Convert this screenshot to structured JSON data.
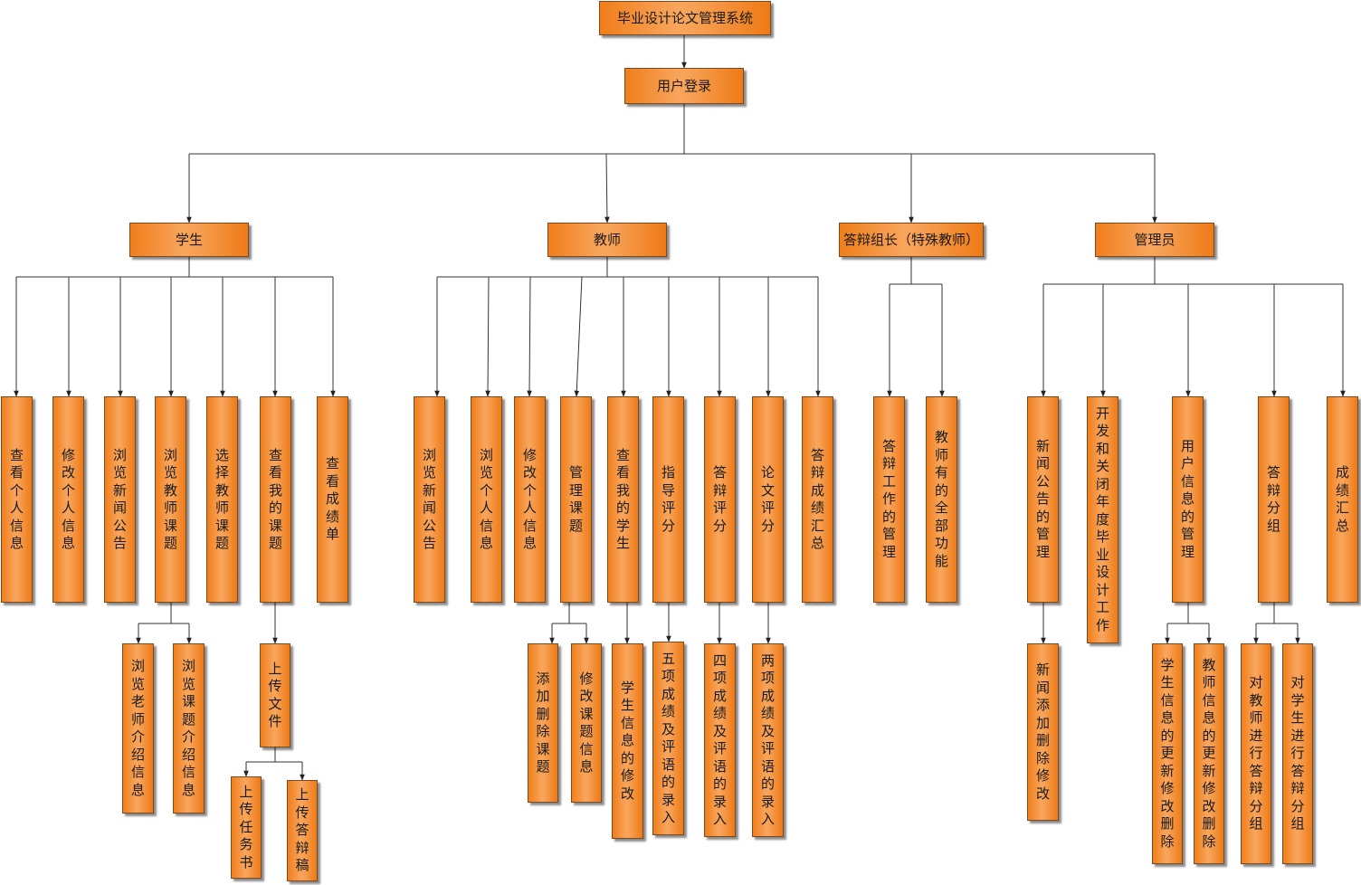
{
  "nodes": {
    "root": "毕业设计论文管理系统",
    "login": "用户登录",
    "student": "学生",
    "teacher": "教师",
    "defense_leader": "答辩组长（特殊教师）",
    "admin": "管理员",
    "s1": "查看个人信息",
    "s2": "修改个人信息",
    "s3": "浏览新闻公告",
    "s4": "浏览教师课题",
    "s5": "选择教师课题",
    "s6": "查看我的课题",
    "s7": "查看成绩单",
    "s4a": "浏览老师介绍信息",
    "s4b": "浏览课题介绍信息",
    "s6a": "上传文件",
    "s6a1": "上传任务书",
    "s6a2": "上传答辩稿",
    "t1": "浏览新闻公告",
    "t2": "浏览个人信息",
    "t3": "修改个人信息",
    "t4": "管理课题",
    "t5": "查看我的学生",
    "t6": "指导评分",
    "t7": "答辩评分",
    "t8": "论文评分",
    "t9": "答辩成绩汇总",
    "t4a": "添加删除课题",
    "t4b": "修改课题信息",
    "t5a": "学生信息的修改",
    "t6a": "五项成绩及评语的录入",
    "t7a": "四项成绩及评语的录入",
    "t8a": "两项成绩及评语的录入",
    "d1": "答辩工作的管理",
    "d2": "教师有的全部功能",
    "a1": "新闻公告的管理",
    "a2": "开发和关闭年度毕业设计工作",
    "a3": "用户信息的管理",
    "a4": "答辩分组",
    "a5": "成绩汇总",
    "a1a": "新闻添加删除修改",
    "a3a": "学生信息的更新修改删除",
    "a3b": "教师信息的更新修改删除",
    "a4a": "对教师进行答辩分组",
    "a4b": "对学生进行答辩分组"
  }
}
